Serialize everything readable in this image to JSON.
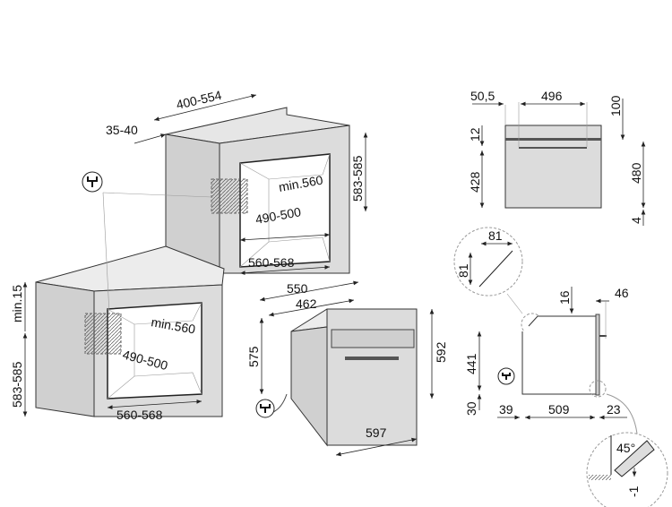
{
  "cabinet_tall": {
    "width": "400-554",
    "depth_offset": "35-40",
    "niche_height": "583-585",
    "niche_depth": "min.560",
    "niche_inner": "490-500",
    "niche_width": "560-568"
  },
  "cabinet_under": {
    "top_gap": "min.15",
    "niche_height": "583-585",
    "niche_depth": "min.560",
    "niche_inner": "490-500",
    "niche_width": "560-568"
  },
  "oven": {
    "depth_total": "550",
    "depth_body": "462",
    "height_body": "575",
    "height_total": "592",
    "width": "597"
  },
  "front_view": {
    "side_offset": "50,5",
    "door_width": "496",
    "top_clear": "100",
    "top_strip": "12",
    "door_height": "428",
    "height": "480",
    "bottom_gap": "4"
  },
  "side_view": {
    "chamfer_w": "81",
    "chamfer_h": "81",
    "top_gap": "16",
    "handle": "46",
    "height": "441",
    "foot": "30",
    "rear": "39",
    "depth": "509",
    "front": "23",
    "angle": "45°",
    "offset": "-1"
  },
  "icons": [
    "plug-icon"
  ]
}
